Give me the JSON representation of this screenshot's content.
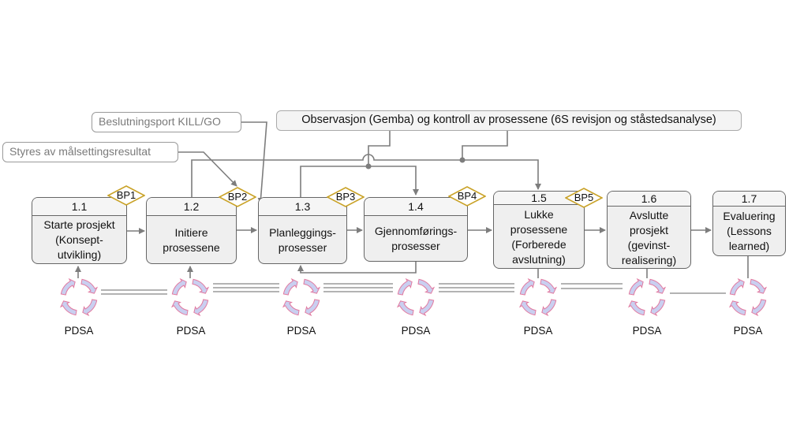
{
  "callouts": {
    "kill_go": "Beslutningsport KILL/GO",
    "target": "Styres av målsettingsresultat",
    "observation": "Observasjon (Gemba) og kontroll av prosessene (6S revisjon og ståstedsanalyse)"
  },
  "steps": [
    {
      "num": "1.1",
      "name": "Starte prosjekt\n(Konsept-\nutvikling)"
    },
    {
      "num": "1.2",
      "name": "Initiere\nprosessene"
    },
    {
      "num": "1.3",
      "name": "Planleggings-\nprosesser"
    },
    {
      "num": "1.4",
      "name": "Gjennomførings-\nprosesser"
    },
    {
      "num": "1.5",
      "name": "Lukke\nprosessene\n(Forberede\navslutning)"
    },
    {
      "num": "1.6",
      "name": "Avslutte\nprosjekt\n(gevinst-\nrealisering)"
    },
    {
      "num": "1.7",
      "name": "Evaluering\n(Lessons\nlearned)"
    }
  ],
  "gates": [
    "BP1",
    "BP2",
    "BP3",
    "BP4",
    "BP5"
  ],
  "pdsa_label": "PDSA",
  "colors": {
    "gate_border": "#c9a227",
    "cycle_arrow": "#c9cff0",
    "cycle_outline": "#e27aa0",
    "line": "#7d7d7d"
  }
}
